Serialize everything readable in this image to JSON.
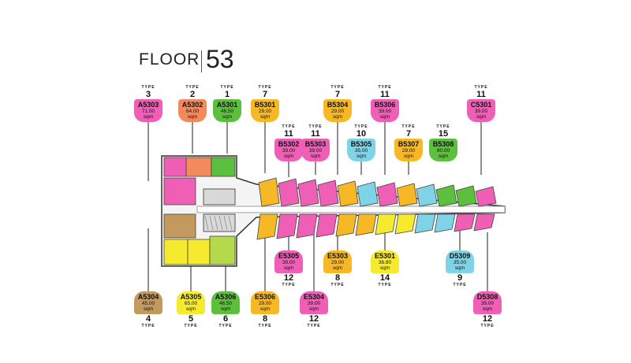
{
  "header": {
    "floor_label": "FLOOR",
    "floor_number": "53"
  },
  "labels": {
    "type": "TYPE",
    "sqm": "sqm"
  },
  "colors": {
    "pink": "#ee5fb5",
    "salmon": "#f28a5e",
    "green": "#5cbf3d",
    "orange": "#f6b825",
    "cyan": "#7fd3e6",
    "yellow": "#f5ea2d",
    "brown": "#c29a5d",
    "lime": "#b5d94a"
  },
  "units_top": [
    {
      "code": "A5303",
      "area": "71.00",
      "type": "3",
      "color": "#ee5fb5"
    },
    {
      "code": "A5302",
      "area": "64.00",
      "type": "2",
      "color": "#f28a5e"
    },
    {
      "code": "A5301",
      "area": "46.50",
      "type": "1",
      "color": "#5cbf3d"
    },
    {
      "code": "B5301",
      "area": "29.00",
      "type": "7",
      "color": "#f6b825"
    },
    {
      "code": "B5302",
      "area": "39.00",
      "type": "11",
      "color": "#ee5fb5"
    },
    {
      "code": "B5303",
      "area": "39.00",
      "type": "11",
      "color": "#ee5fb5"
    },
    {
      "code": "B5304",
      "area": "29.00",
      "type": "7",
      "color": "#f6b825"
    },
    {
      "code": "B5305",
      "area": "35.00",
      "type": "10",
      "color": "#7fd3e6"
    },
    {
      "code": "B5306",
      "area": "39.00",
      "type": "11",
      "color": "#ee5fb5"
    },
    {
      "code": "B5307",
      "area": "29.00",
      "type": "7",
      "color": "#f6b825"
    },
    {
      "code": "B5308",
      "area": "80.00",
      "type": "15",
      "color": "#5cbf3d"
    },
    {
      "code": "C5301",
      "area": "39.00",
      "type": "11",
      "color": "#ee5fb5"
    }
  ],
  "units_bottom": [
    {
      "code": "A5304",
      "area": "45.00",
      "type": "4",
      "color": "#c29a5d"
    },
    {
      "code": "A5305",
      "area": "65.00",
      "type": "5",
      "color": "#f5ea2d"
    },
    {
      "code": "A5306",
      "area": "46.50",
      "type": "6",
      "color": "#5cbf3d"
    },
    {
      "code": "E5306",
      "area": "29.00",
      "type": "8",
      "color": "#f6b825"
    },
    {
      "code": "E5305",
      "area": "39.00",
      "type": "12",
      "color": "#ee5fb5"
    },
    {
      "code": "E5304",
      "area": "39.00",
      "type": "12",
      "color": "#ee5fb5"
    },
    {
      "code": "E5303",
      "area": "29.00",
      "type": "8",
      "color": "#f6b825"
    },
    {
      "code": "E5301",
      "area": "36.80",
      "type": "14",
      "color": "#f5ea2d"
    },
    {
      "code": "D5309",
      "area": "35.00",
      "type": "9",
      "color": "#7fd3e6"
    },
    {
      "code": "D5308",
      "area": "39.00",
      "type": "12",
      "color": "#ee5fb5"
    }
  ]
}
